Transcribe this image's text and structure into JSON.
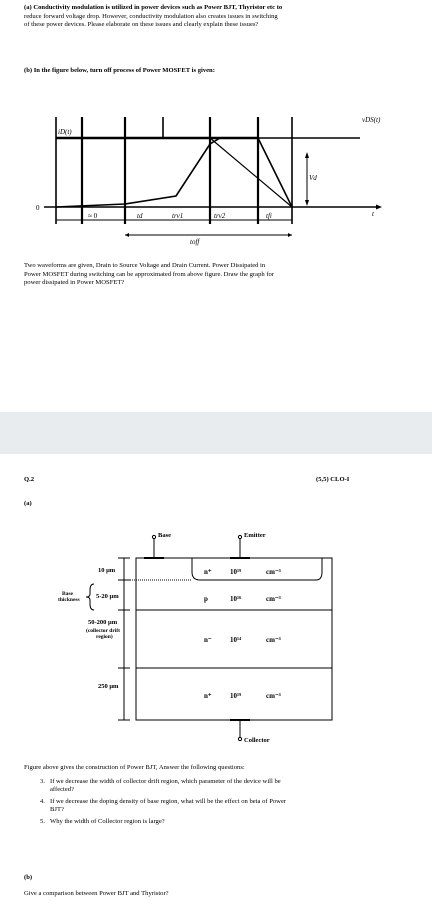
{
  "part_a_text": [
    "(a) Conductivity modulation is utilized in power devices such as Power BJT, Thyristor etc to",
    "reduce forward voltage drop. However, conductivity modulation also creates issues in switching",
    "of these power devices. Please elaborate on these issues and clearly explain these issues?"
  ],
  "part_b_heading": "(b) In the figure below, turn off process of Power MOSFET is given:",
  "mosfet_figure": {
    "id_label": "iD(t)",
    "vds_label": "vDS(t)",
    "origin_label": "0",
    "t_label": "t",
    "vd_label": "Vd",
    "t0_label": "≈ 0",
    "td_label": "td",
    "trv1_label": "trv1",
    "trv2_label": "trv2",
    "tfi_label": "tfi",
    "toff_label": "toff"
  },
  "part_b_text": [
    "Two waveforms are given, Drain to Source Voltage and Drain Current. Power Dissipated in",
    "Power MOSFET during switching can be approximated from above figure. Draw the graph for",
    "power dissipated in Power MOSFET?"
  ],
  "q2_label": "Q.2",
  "q2_marks": "(5,5) CLO-I",
  "q2_a": "(a)",
  "bjt_figure": {
    "base_label": "Base",
    "emitter_label": "Emitter",
    "collector_label": "Collector",
    "w1": "10 μm",
    "w2": "5-20 μm",
    "w3": "50-200 μm",
    "w4": "250 μm",
    "base_thickness": [
      "Base",
      "thickness"
    ],
    "drift_region": [
      "(collector drift",
      "region)"
    ],
    "regions": [
      {
        "type": "n⁺",
        "doping": "10¹⁹",
        "unit": "cm⁻³"
      },
      {
        "type": "p",
        "doping": "10¹⁶",
        "unit": "cm⁻³"
      },
      {
        "type": "n⁻",
        "doping": "10¹⁴",
        "unit": "cm⁻³"
      },
      {
        "type": "n⁺",
        "doping": "10¹⁹",
        "unit": "cm⁻³"
      }
    ]
  },
  "figure_caption": "Figure above gives the construction of Power BJT, Answer the following questions:",
  "questions": [
    {
      "num": "3.",
      "lines": [
        "If we decrease the width of collector drift region, which parameter of the device will be",
        "affected?"
      ]
    },
    {
      "num": "4.",
      "lines": [
        "If we decrease the doping density of base region, what will be the effect on beta of Power",
        "BJT?"
      ]
    },
    {
      "num": "5.",
      "lines": [
        "Why the width of Collector region is large?"
      ]
    }
  ],
  "q2_b": "(b)",
  "q2_b_text": "Give a comparison between Power BJT and Thyristor?"
}
